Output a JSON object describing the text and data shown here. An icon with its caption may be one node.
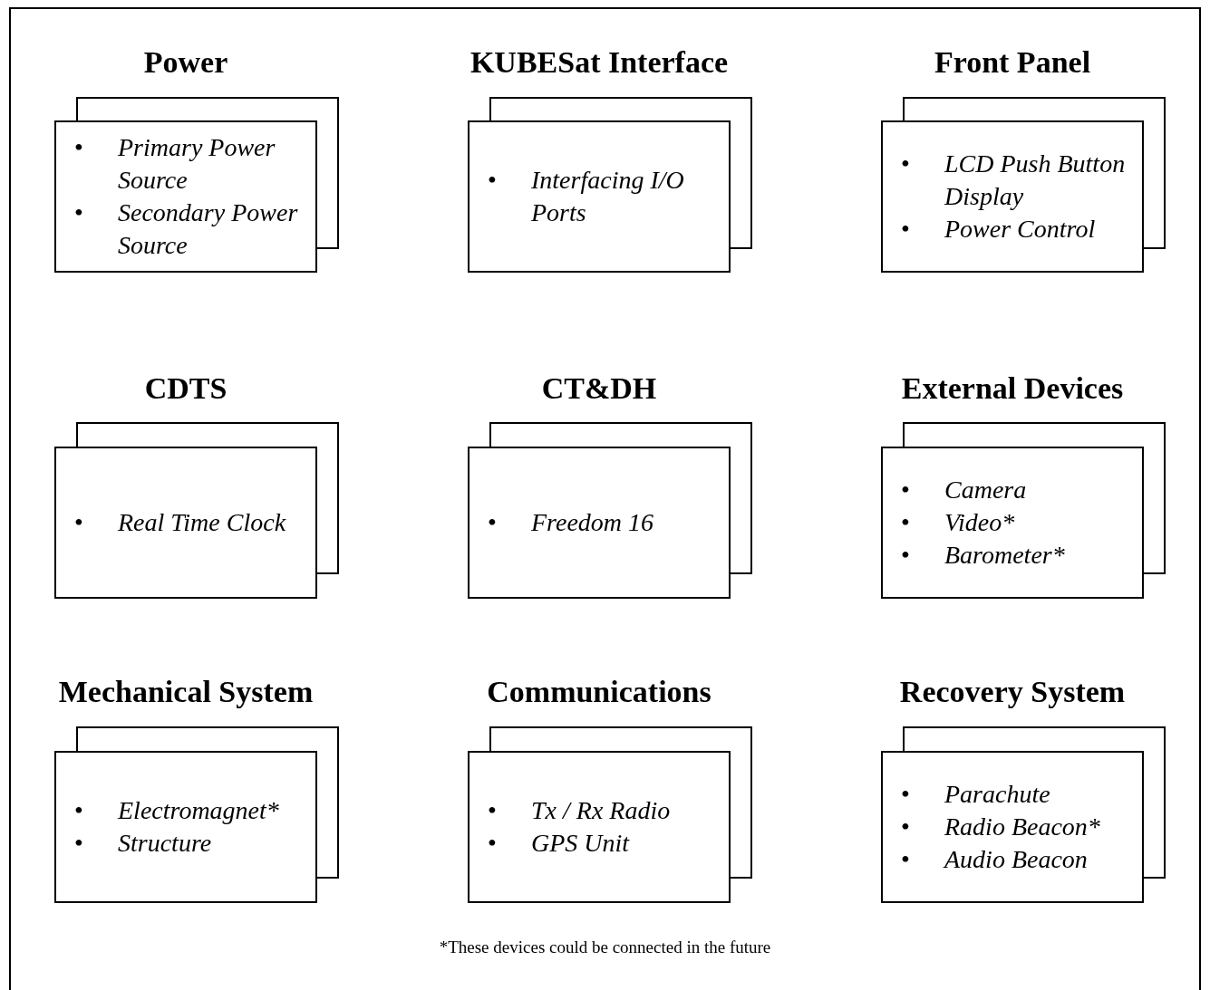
{
  "diagram": {
    "nodes": [
      {
        "text": [
          "Power",
          "• Primary Power Source",
          "• Secondary Power Source"
        ]
      },
      {
        "text": [
          "KUBESat Interface",
          "• Interfacing I/O Ports"
        ]
      },
      {
        "text": [
          "Front Panel",
          "• LCD Push Button Display",
          "• Power Control"
        ]
      },
      {
        "text": [
          "CDTS",
          "• Real Time Clock"
        ]
      },
      {
        "text": [
          "CT&DH",
          "• Freedom 16"
        ]
      },
      {
        "text": [
          "External Devices",
          "• Camera",
          "• Video*",
          "• Barometer*"
        ]
      },
      {
        "text": [
          "Mechanical System",
          "• Electromagnet*",
          "• Structure"
        ]
      },
      {
        "text": [
          "Communications",
          "• Tx / Rx Radio",
          "• GPS Unit"
        ]
      },
      {
        "text": [
          "Recovery System",
          "• Parachute",
          "• Radio Beacon*",
          "• Audio Beacon"
        ]
      }
    ],
    "labels": [
      "*These devices could be connected in the future"
    ]
  }
}
